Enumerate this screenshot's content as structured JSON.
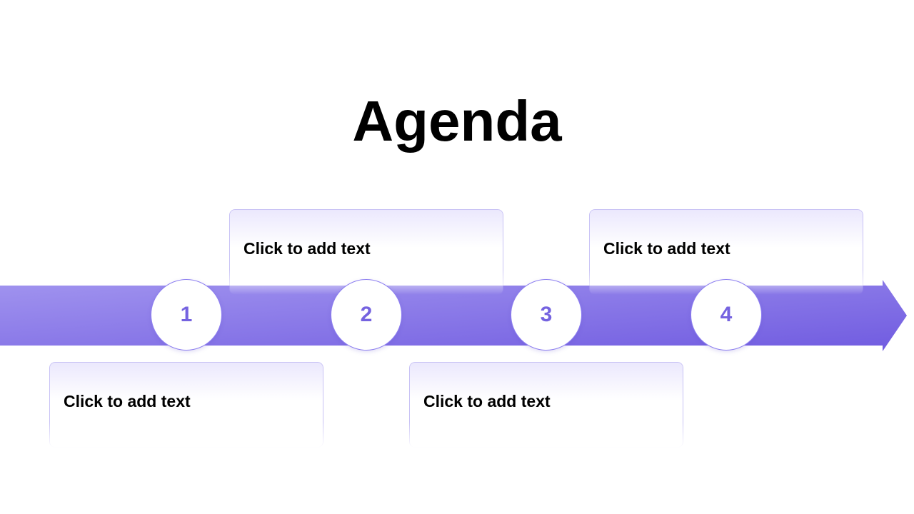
{
  "slide": {
    "title": "Agenda"
  },
  "steps": [
    {
      "number": "1",
      "text": "Click to add text"
    },
    {
      "number": "2",
      "text": "Click to add text"
    },
    {
      "number": "3",
      "text": "Click to add text"
    },
    {
      "number": "4",
      "text": "Click to add text"
    }
  ],
  "colors": {
    "accent": "#7563e0",
    "arrow_start": "#a194ef",
    "arrow_end": "#705be0",
    "card_border": "#c8c2f5"
  }
}
